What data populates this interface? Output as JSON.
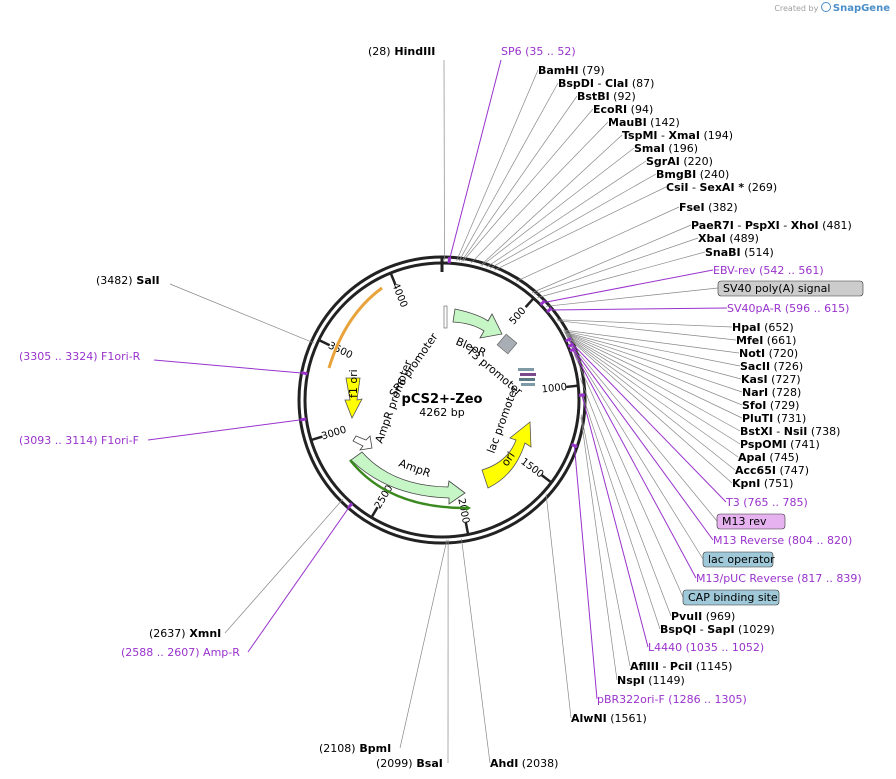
{
  "credit": {
    "text": "Created by",
    "brand": "SnapGene"
  },
  "plasmid": {
    "name": "pCS2+-Zeo",
    "size": "4262 bp"
  },
  "ticks": [
    "500",
    "1000",
    "1500",
    "2000",
    "2500",
    "3000",
    "3500",
    "4000"
  ],
  "features": {
    "bleor": "BleoR",
    "t3_promoter": "T3 promoter",
    "lac_promoter": "lac promoter",
    "ori": "ori",
    "ampr": "AmpR",
    "ampr_promoter": "AmpR promoter",
    "sp6_promoter": "SP6 promoter",
    "f1_ori": "f1 ori"
  },
  "sites_right": [
    {
      "parts": [
        {
          "t": "(28)",
          "c": "pos"
        },
        {
          "t": "  HindIII",
          "c": "name"
        }
      ]
    },
    {
      "parts": [
        {
          "t": "SP6",
          "c": "primer"
        },
        {
          "t": "    (35 .. 52)",
          "c": "primer"
        }
      ]
    },
    {
      "parts": [
        {
          "t": "BamHI",
          "c": "name"
        },
        {
          "t": "  (79)",
          "c": "pos"
        }
      ]
    },
    {
      "parts": [
        {
          "t": "BspDI",
          "c": "name"
        },
        {
          "t": "  - ",
          "c": "pos"
        },
        {
          "t": "ClaI",
          "c": "name"
        },
        {
          "t": "   (87)",
          "c": "pos"
        }
      ]
    },
    {
      "parts": [
        {
          "t": "BstBI",
          "c": "name"
        },
        {
          "t": "  (92)",
          "c": "pos"
        }
      ]
    },
    {
      "parts": [
        {
          "t": "EcoRI",
          "c": "name"
        },
        {
          "t": "  (94)",
          "c": "pos"
        }
      ]
    },
    {
      "parts": [
        {
          "t": "MauBI",
          "c": "name"
        },
        {
          "t": "  (142)",
          "c": "pos"
        }
      ]
    },
    {
      "parts": [
        {
          "t": "TspMI",
          "c": "name"
        },
        {
          "t": "  - ",
          "c": "pos"
        },
        {
          "t": "XmaI",
          "c": "name"
        },
        {
          "t": "   (194)",
          "c": "pos"
        }
      ]
    },
    {
      "parts": [
        {
          "t": "SmaI",
          "c": "name"
        },
        {
          "t": "  (196)",
          "c": "pos"
        }
      ]
    },
    {
      "parts": [
        {
          "t": "SgrAI",
          "c": "name"
        },
        {
          "t": "  (220)",
          "c": "pos"
        }
      ]
    },
    {
      "parts": [
        {
          "t": "BmgBI",
          "c": "name"
        },
        {
          "t": "  (240)",
          "c": "pos"
        }
      ]
    },
    {
      "parts": [
        {
          "t": "CsiI",
          "c": "name"
        },
        {
          "t": "  - ",
          "c": "pos"
        },
        {
          "t": "SexAI *",
          "c": "name"
        },
        {
          "t": "   (269)",
          "c": "pos"
        }
      ]
    },
    {
      "parts": [
        {
          "t": "FseI",
          "c": "name"
        },
        {
          "t": "  (382)",
          "c": "pos"
        }
      ]
    },
    {
      "parts": [
        {
          "t": "PaeR7I",
          "c": "name"
        },
        {
          "t": "  - ",
          "c": "pos"
        },
        {
          "t": "PspXI",
          "c": "name"
        },
        {
          "t": "  - ",
          "c": "pos"
        },
        {
          "t": "XhoI",
          "c": "name"
        },
        {
          "t": "   (481)",
          "c": "pos"
        }
      ]
    },
    {
      "parts": [
        {
          "t": "XbaI",
          "c": "name"
        },
        {
          "t": "  (489)",
          "c": "pos"
        }
      ]
    },
    {
      "parts": [
        {
          "t": "SnaBI",
          "c": "name"
        },
        {
          "t": "  (514)",
          "c": "pos"
        }
      ]
    },
    {
      "parts": [
        {
          "t": "EBV-rev",
          "c": "primer"
        },
        {
          "t": "    (542 .. 561)",
          "c": "primer"
        }
      ]
    },
    {
      "parts": [
        {
          "t": "SV40 poly(A) signal",
          "c": "box"
        }
      ],
      "box": "#cccccc"
    },
    {
      "parts": [
        {
          "t": "SV40pA-R",
          "c": "primer"
        },
        {
          "t": "    (596 .. 615)",
          "c": "primer"
        }
      ]
    },
    {
      "parts": [
        {
          "t": "HpaI",
          "c": "name"
        },
        {
          "t": "  (652)",
          "c": "pos"
        }
      ]
    },
    {
      "parts": [
        {
          "t": "MfeI",
          "c": "name"
        },
        {
          "t": "  (661)",
          "c": "pos"
        }
      ]
    },
    {
      "parts": [
        {
          "t": "NotI",
          "c": "name"
        },
        {
          "t": "  (720)",
          "c": "pos"
        }
      ]
    },
    {
      "parts": [
        {
          "t": "SacII",
          "c": "name"
        },
        {
          "t": "  (726)",
          "c": "pos"
        }
      ]
    },
    {
      "parts": [
        {
          "t": "KasI",
          "c": "name"
        },
        {
          "t": "  (727)",
          "c": "pos"
        }
      ]
    },
    {
      "parts": [
        {
          "t": "NarI",
          "c": "name"
        },
        {
          "t": "  (728)",
          "c": "pos"
        }
      ]
    },
    {
      "parts": [
        {
          "t": "SfoI",
          "c": "name"
        },
        {
          "t": "  (729)",
          "c": "pos"
        }
      ]
    },
    {
      "parts": [
        {
          "t": "PluTI",
          "c": "name"
        },
        {
          "t": "  (731)",
          "c": "pos"
        }
      ]
    },
    {
      "parts": [
        {
          "t": "BstXI",
          "c": "name"
        },
        {
          "t": "  - ",
          "c": "pos"
        },
        {
          "t": "NsiI",
          "c": "name"
        },
        {
          "t": "   (738)",
          "c": "pos"
        }
      ]
    },
    {
      "parts": [
        {
          "t": "PspOMI",
          "c": "name"
        },
        {
          "t": "  (741)",
          "c": "pos"
        }
      ]
    },
    {
      "parts": [
        {
          "t": "ApaI",
          "c": "name"
        },
        {
          "t": "  (745)",
          "c": "pos"
        }
      ]
    },
    {
      "parts": [
        {
          "t": "Acc65I",
          "c": "name"
        },
        {
          "t": "  (747)",
          "c": "pos"
        }
      ]
    },
    {
      "parts": [
        {
          "t": "KpnI",
          "c": "name"
        },
        {
          "t": "  (751)",
          "c": "pos"
        }
      ]
    },
    {
      "parts": [
        {
          "t": "T3",
          "c": "primer"
        },
        {
          "t": "    (765 .. 785)",
          "c": "primer"
        }
      ]
    },
    {
      "parts": [
        {
          "t": "M13 rev",
          "c": "box"
        }
      ],
      "box": "#e6b3f0"
    },
    {
      "parts": [
        {
          "t": "M13 Reverse",
          "c": "primer"
        },
        {
          "t": "    (804 .. 820)",
          "c": "primer"
        }
      ]
    },
    {
      "parts": [
        {
          "t": "lac operator",
          "c": "box"
        }
      ],
      "box": "#9fc9d9"
    },
    {
      "parts": [
        {
          "t": "M13/pUC Reverse",
          "c": "primer"
        },
        {
          "t": "    (817 .. 839)",
          "c": "primer"
        }
      ]
    },
    {
      "parts": [
        {
          "t": "CAP binding site",
          "c": "box"
        }
      ],
      "box": "#9fc9d9"
    },
    {
      "parts": [
        {
          "t": "PvuII",
          "c": "name"
        },
        {
          "t": "  (969)",
          "c": "pos"
        }
      ]
    },
    {
      "parts": [
        {
          "t": "BspQI",
          "c": "name"
        },
        {
          "t": "  - ",
          "c": "pos"
        },
        {
          "t": "SapI",
          "c": "name"
        },
        {
          "t": "   (1029)",
          "c": "pos"
        }
      ]
    },
    {
      "parts": [
        {
          "t": "L4440",
          "c": "primer"
        },
        {
          "t": "    (1035 .. 1052)",
          "c": "primer"
        }
      ]
    },
    {
      "parts": [
        {
          "t": "AflIII",
          "c": "name"
        },
        {
          "t": "  - ",
          "c": "pos"
        },
        {
          "t": "PciI",
          "c": "name"
        },
        {
          "t": "   (1145)",
          "c": "pos"
        }
      ]
    },
    {
      "parts": [
        {
          "t": "NspI",
          "c": "name"
        },
        {
          "t": "  (1149)",
          "c": "pos"
        }
      ]
    },
    {
      "parts": [
        {
          "t": "pBR322ori-F",
          "c": "primer"
        },
        {
          "t": "    (1286 .. 1305)",
          "c": "primer"
        }
      ]
    },
    {
      "parts": [
        {
          "t": "AlwNI",
          "c": "name"
        },
        {
          "t": "  (1561)",
          "c": "pos"
        }
      ]
    },
    {
      "parts": [
        {
          "t": "AhdI",
          "c": "name"
        },
        {
          "t": "  (2038)",
          "c": "pos"
        }
      ]
    }
  ],
  "sites_left": [
    {
      "parts": [
        {
          "t": "(3482)",
          "c": "pos"
        },
        {
          "t": "  SalI",
          "c": "name"
        }
      ]
    },
    {
      "parts": [
        {
          "t": "(3305 .. 3324)",
          "c": "primer"
        },
        {
          "t": "  F1ori-R",
          "c": "primer"
        }
      ]
    },
    {
      "parts": [
        {
          "t": "(3093 .. 3114)",
          "c": "primer"
        },
        {
          "t": "  F1ori-F",
          "c": "primer"
        }
      ]
    },
    {
      "parts": [
        {
          "t": "(2637)",
          "c": "pos"
        },
        {
          "t": "  XmnI",
          "c": "name"
        }
      ]
    },
    {
      "parts": [
        {
          "t": "(2588 .. 2607)",
          "c": "primer"
        },
        {
          "t": "  Amp-R",
          "c": "primer"
        }
      ]
    },
    {
      "parts": [
        {
          "t": "(2108)",
          "c": "pos"
        },
        {
          "t": "  BpmI",
          "c": "name"
        }
      ]
    },
    {
      "parts": [
        {
          "t": "(2099)",
          "c": "pos"
        },
        {
          "t": "  BsaI",
          "c": "name"
        }
      ]
    }
  ]
}
